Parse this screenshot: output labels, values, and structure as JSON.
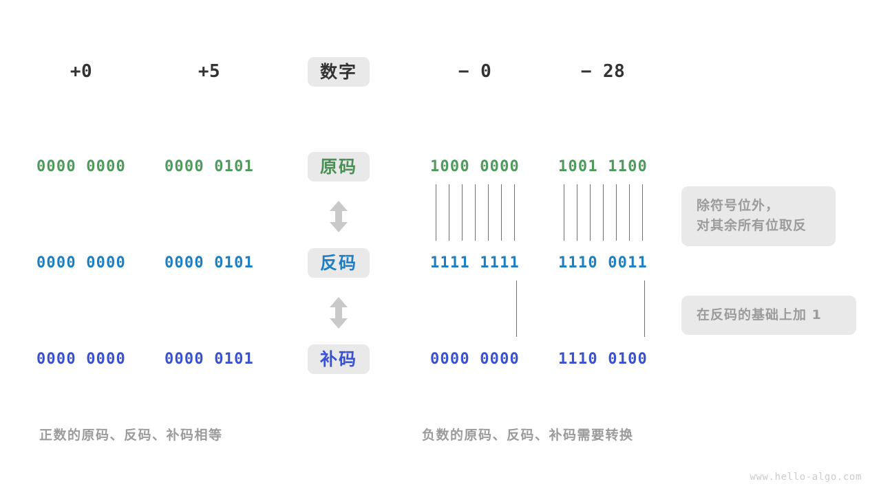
{
  "columns": {
    "headers": [
      "+0",
      "+5",
      "− 0",
      "− 28"
    ],
    "label_badge": "数字"
  },
  "rows": [
    {
      "badge": "原码",
      "color": "#4a9056",
      "values": [
        "0000 0000",
        "0000 0101",
        "1000 0000",
        "1001 1100"
      ]
    },
    {
      "badge": "反码",
      "color": "#1e7fc4",
      "values": [
        "0000 0000",
        "0000 0101",
        "1111 1111",
        "1110 0011"
      ]
    },
    {
      "badge": "补码",
      "color": "#3a51d6",
      "values": [
        "0000 0000",
        "0000 0101",
        "0000 0000",
        "1110 0100"
      ]
    }
  ],
  "arrows": {
    "icon_1": "double-arrow-vertical-icon",
    "icon_2": "double-arrow-vertical-icon"
  },
  "notes": {
    "invert_line_1": "除符号位外，",
    "invert_line_2": "对其余所有位取反",
    "carry": "在反码的基础上加  1"
  },
  "captions": {
    "left": "正数的原码、反码、补码相等",
    "right": "负数的原码、反码、补码需要转换"
  },
  "watermark": "www.hello-algo.com",
  "colors": {
    "green": "#4e9a5b",
    "blue": "#1d7fc2",
    "indigo": "#3a51cf",
    "badge_bg": "#e9e9e9",
    "note_text": "#9b9b9b",
    "line": "#6e6e6e",
    "arrow": "#c9c9c9"
  }
}
